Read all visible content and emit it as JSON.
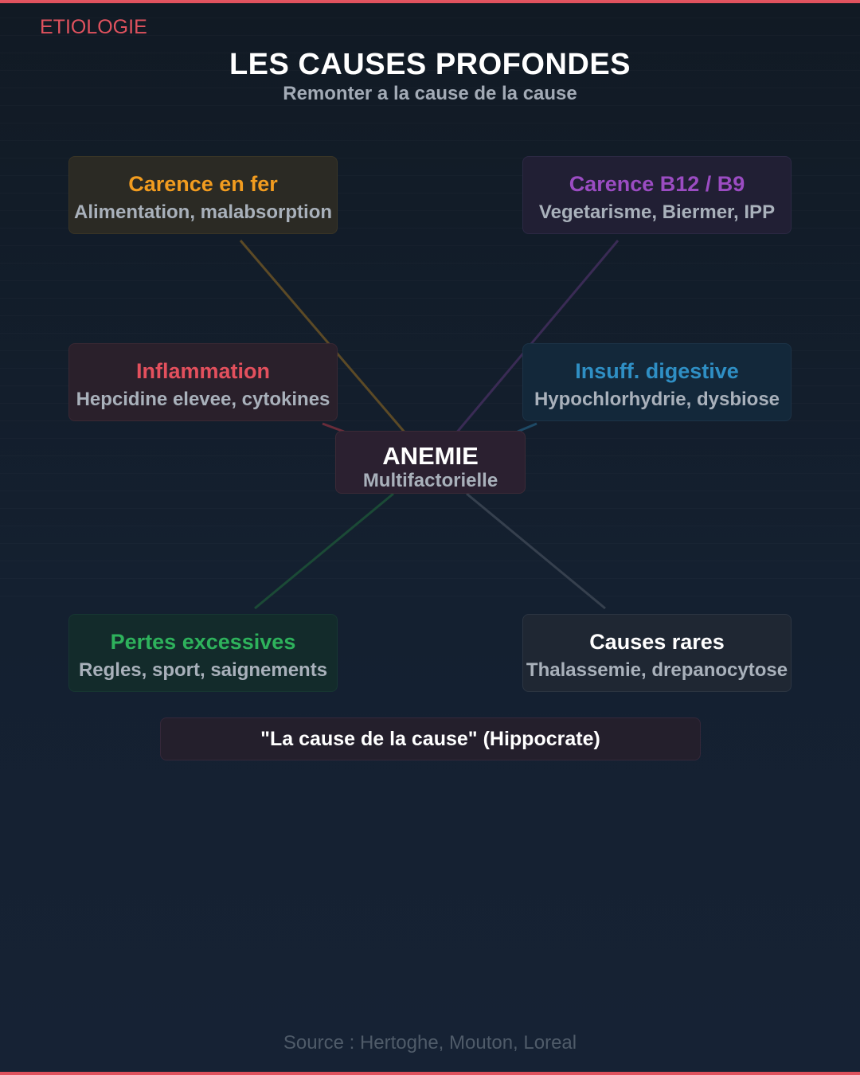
{
  "header": {
    "eyebrow": "ETIOLOGIE",
    "title": "LES CAUSES PROFONDES",
    "subtitle": "Remonter a la cause de la cause"
  },
  "center": {
    "title": "ANEMIE",
    "subtitle": "Multifactorielle"
  },
  "causes": [
    {
      "id": "fer",
      "title": "Carence en fer",
      "subtitle": "Alimentation, malabsorption",
      "color": "#f29c1f"
    },
    {
      "id": "b12",
      "title": "Carence B12 / B9",
      "subtitle": "Vegetarisme, Biermer, IPP",
      "color": "#9b4cc2"
    },
    {
      "id": "inflammation",
      "title": "Inflammation",
      "subtitle": "Hepcidine elevee, cytokines",
      "color": "#e3505d"
    },
    {
      "id": "digestive",
      "title": "Insuff. digestive",
      "subtitle": "Hypochlorhydrie, dysbiose",
      "color": "#2f8fc4"
    },
    {
      "id": "pertes",
      "title": "Pertes excessives",
      "subtitle": "Regles, sport, saignements",
      "color": "#2eb25c"
    },
    {
      "id": "rares",
      "title": "Causes rares",
      "subtitle": "Thalassemie, drepanocytose",
      "color": "#ffffff"
    }
  ],
  "quote": "\"La cause de la cause\" (Hippocrate)",
  "footer": {
    "source": "Source : Hertoghe, Mouton, Loreal"
  },
  "colors": {
    "accent": "#e0525e",
    "background": "#142030"
  }
}
